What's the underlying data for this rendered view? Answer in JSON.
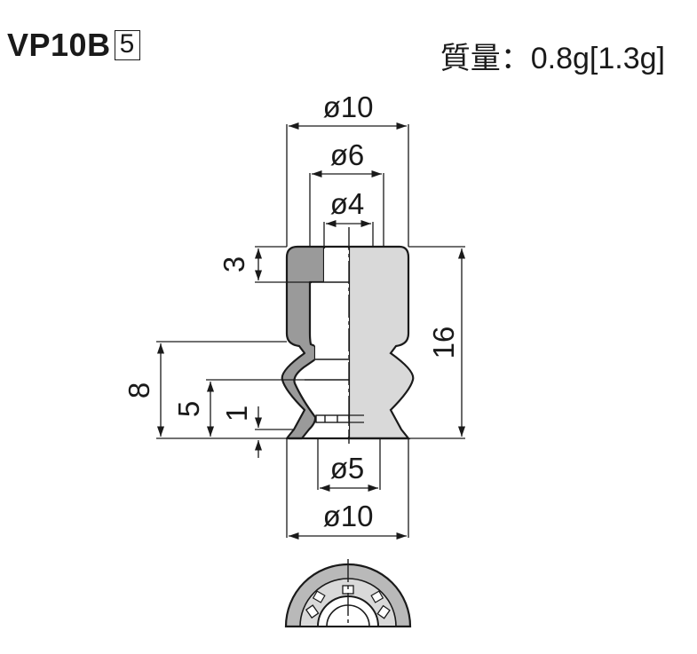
{
  "model": {
    "name": "VP10B",
    "code": "5"
  },
  "mass": {
    "label": "質量：",
    "value": "0.8g[1.3g]"
  },
  "dimensions": {
    "top_outer_dia": "ø10",
    "inner_dia_6": "ø6",
    "inner_dia_4": "ø4",
    "height_3": "3",
    "height_16": "16",
    "height_8": "8",
    "height_5": "5",
    "height_1": "1",
    "bottom_inner_dia": "ø5",
    "bottom_outer_dia": "ø10"
  },
  "colors": {
    "line": "#1a1a1a",
    "section": "#9a9a9a",
    "body": "#d9d9d9",
    "top_view": "#b9b9b9"
  }
}
